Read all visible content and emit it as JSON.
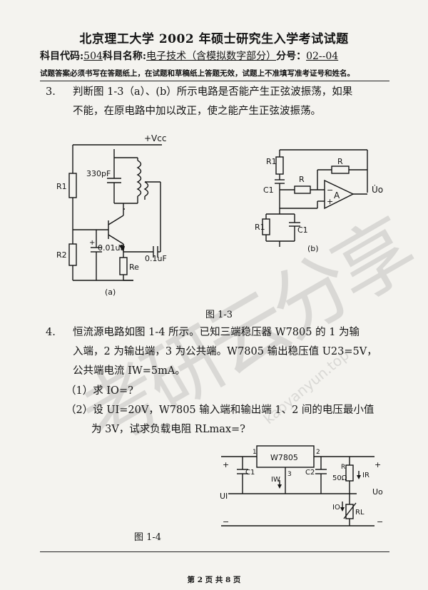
{
  "header": {
    "title": "北京理工大学 2002 年硕士研究生入学考试试题",
    "code_label": "科目代码:",
    "code_value": "504",
    "name_label": "科目名称:",
    "name_value": "电子技术（含模拟数字部分）",
    "score_label": "分号：",
    "score_value": "02--04",
    "notice": "试题答案必须书写在答题纸上，在试题和草稿纸上答题无效，试题上不准填写准考证号和姓名。"
  },
  "q3": {
    "number": "3.",
    "line1": "判断图 1-3（a）、(b）所示电路是否能产生正弦波振荡，如果",
    "line2": "不能，在原电路中加以改正，使之能产生正弦波振荡。",
    "fig_a": {
      "vcc": "+Vcc",
      "cap_330": "330pF",
      "r1": "R1",
      "r2": "R2",
      "c_001": "0.01uF",
      "c_01": "0.1uF",
      "re": "Re",
      "plus": "+",
      "label": "(a)"
    },
    "fig_b": {
      "r1_top": "R1",
      "r_mid": "R",
      "r_fb": "R",
      "c1_top": "C1",
      "amp": "A",
      "minus": "−",
      "plus": "+",
      "uo": "U̇o",
      "r1_bot": "R1",
      "c1_bot": "C1",
      "label": "(b)"
    },
    "caption": "图 1-3"
  },
  "q4": {
    "number": "4.",
    "line1": "恒流源电路如图 1-4 所示。已知三端稳压器 W7805 的 1 为输",
    "line2": "入端，2 为输出端，3 为公共端。W7805 输出稳压值 U23=5V，",
    "line3": "公共端电流 IW=5mA。",
    "sub1": "（1）求 IO=?",
    "sub2a": "（2）设 UI=20V，W7805 输入端和输出端 1、2 间的电压最小值",
    "sub2b": "为 3V，试求负载电阻 RLmax=?",
    "fig": {
      "chip": "W7805",
      "pin1": "1",
      "pin2": "2",
      "pin3": "3",
      "c1": "C1",
      "c2": "C2",
      "r": "R",
      "ohm": "50Ω",
      "ir": "IR",
      "iw": "IW",
      "io": "IO",
      "rl": "RL",
      "ui": "UI",
      "uo": "Uo",
      "plus": "+",
      "minus": "−"
    },
    "caption": "图 1-4"
  },
  "watermark": {
    "chars": "考研云分享",
    "url": "kaoyanyun.top"
  },
  "footer": "第 2 页 共 8 页"
}
